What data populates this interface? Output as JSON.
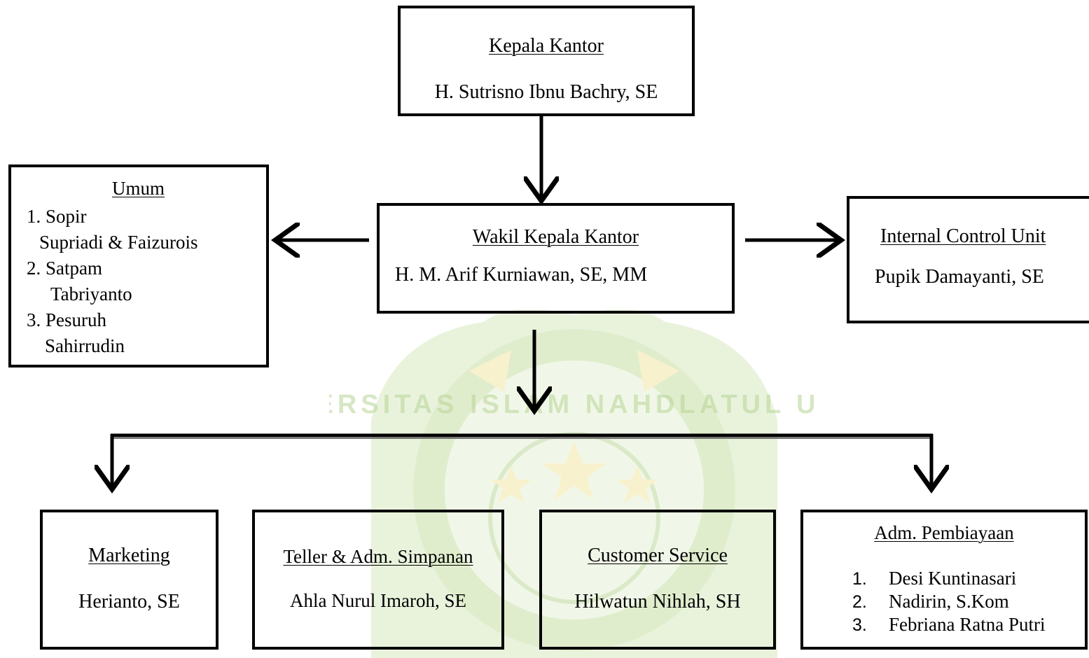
{
  "kepala": {
    "title": "Kepala Kantor",
    "name": "H. Sutrisno Ibnu Bachry, SE"
  },
  "wakil": {
    "title": "Wakil Kepala Kantor",
    "name": "H. M. Arif Kurniawan, SE, MM"
  },
  "umum": {
    "title": "Umum",
    "items": [
      "1. Sopir",
      "Supriadi & Faizurois",
      "2. Satpam",
      "Tabriyanto",
      "3. Pesuruh",
      "Sahirrudin"
    ]
  },
  "internal_control": {
    "title": "Internal Control Unit",
    "name": "Pupik Damayanti, SE"
  },
  "marketing": {
    "title": "Marketing",
    "name": "Herianto, SE"
  },
  "teller": {
    "title": "Teller & Adm. Simpanan",
    "name": "Ahla Nurul Imaroh, SE"
  },
  "customer_service": {
    "title": "Customer Service",
    "name": "Hilwatun Nihlah, SH"
  },
  "adm_pembiayaan": {
    "title": "Adm. Pembiayaan",
    "items": [
      {
        "num": "1.",
        "name": "Desi Kuntinasari"
      },
      {
        "num": "2.",
        "name": "Nadirin, S.Kom"
      },
      {
        "num": "3.",
        "name": "Febriana Ratna Putri"
      }
    ]
  },
  "watermark": {
    "text": "UNIVERSITAS ISLAM NAHDLATUL ULAMA"
  },
  "colors": {
    "line": "#000000",
    "watermark_green": "#cfe4b0",
    "watermark_yellow": "#f3e6a6"
  }
}
